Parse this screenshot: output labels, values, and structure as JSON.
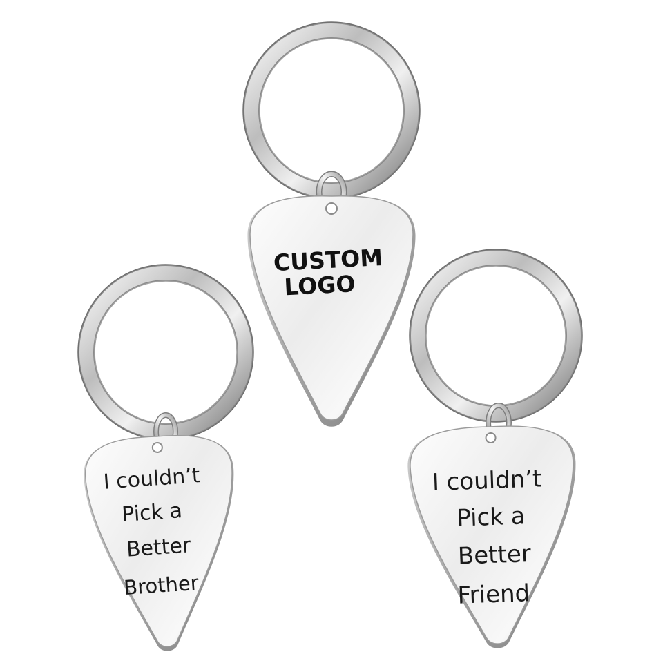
{
  "keychains": [
    {
      "id": "center",
      "engraving_lines": [
        "CUSTOM",
        "LOGO"
      ]
    },
    {
      "id": "left",
      "engraving_lines": [
        "I couldn’t",
        "Pick a",
        "Better",
        "Brother"
      ]
    },
    {
      "id": "right",
      "engraving_lines": [
        "I couldn’t",
        "Pick a",
        "Better",
        "Friend"
      ]
    }
  ],
  "colors": {
    "background": "#ffffff",
    "metal_light": "#f4f4f4",
    "metal_mid": "#c9c9c9",
    "metal_dark": "#6e6e6e",
    "engraving": "#1a1a1a"
  }
}
